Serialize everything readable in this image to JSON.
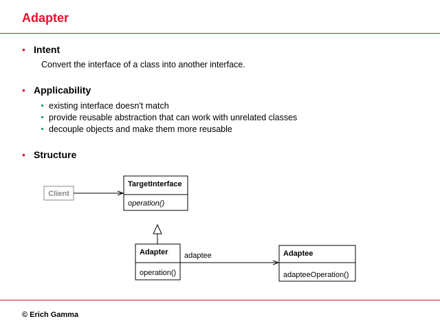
{
  "slide": {
    "title": "Adapter",
    "footer": "© Erich Gamma"
  },
  "sections": {
    "intent": {
      "heading": "Intent",
      "text": "Convert the interface of a class into another interface."
    },
    "applicability": {
      "heading": "Applicability",
      "items": [
        "existing interface doesn't match",
        "provide reusable abstraction that can work with unrelated classes",
        "decouple objects and make them more reusable"
      ]
    },
    "structure": {
      "heading": "Structure"
    }
  },
  "diagram": {
    "client": "Client",
    "target": {
      "name": "TargetInterface",
      "operation": "operation()"
    },
    "adapter": {
      "name": "Adapter",
      "operation": "operation()"
    },
    "association_label": "adaptee",
    "adaptee": {
      "name": "Adaptee",
      "operation": "adapteeOperation()"
    }
  },
  "colors": {
    "accent": "#e8102e",
    "sub_bullet": "#16a08a",
    "client_border": "#888888"
  }
}
